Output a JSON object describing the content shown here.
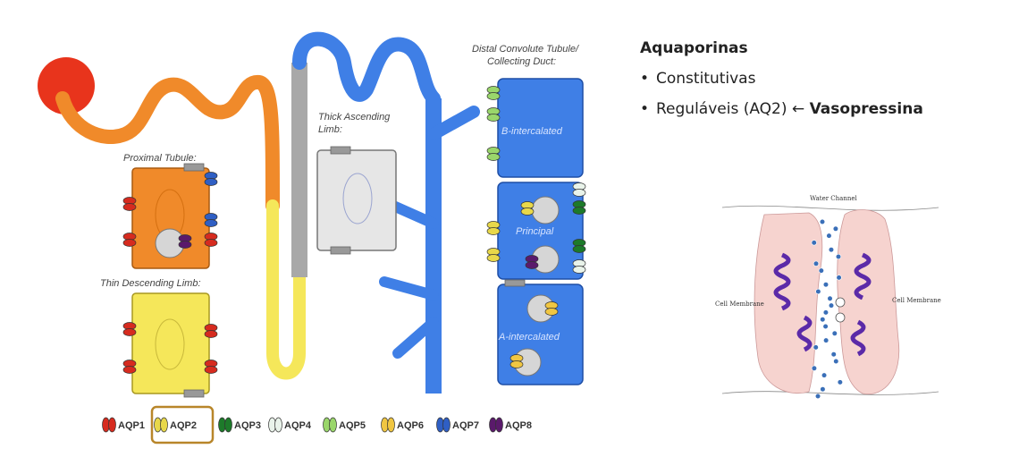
{
  "diagram": {
    "labels": {
      "proximal_tubule": "Proximal Tubule:",
      "thin_descending_limb": "Thin Descending Limb:",
      "thick_ascending_limb_1": "Thick Ascending",
      "thick_ascending_limb_2": "Limb:",
      "distal_title_1": "Distal Convolute Tubule/",
      "distal_title_2": "Collecting Duct:",
      "b_intercalated": "B-intercalated",
      "principal": "Principal",
      "a_intercalated": "A-intercalated"
    },
    "legend": [
      {
        "label": "AQP1",
        "color": "#d62b1f",
        "highlighted": false
      },
      {
        "label": "AQP2",
        "color": "#e8d84a",
        "highlighted": true
      },
      {
        "label": "AQP3",
        "color": "#1d7a2a",
        "highlighted": false
      },
      {
        "label": "AQP4",
        "color": "#e9f3ea",
        "highlighted": false
      },
      {
        "label": "AQP5",
        "color": "#9ad66b",
        "highlighted": false
      },
      {
        "label": "AQP6",
        "color": "#f0c642",
        "highlighted": false
      },
      {
        "label": "AQP7",
        "color": "#2f5fc4",
        "highlighted": false
      },
      {
        "label": "AQP8",
        "color": "#5a1a6b",
        "highlighted": false
      }
    ],
    "colors": {
      "glomerulus": "#e8341c",
      "proximal": "#f08a2a",
      "thin_limb": "#f5e75a",
      "thick_limb": "#a8a8a8",
      "distal": "#3f7fe6",
      "highlight_box": "#b8862a"
    }
  },
  "channel_figure": {
    "title": "Water Channel",
    "left_label": "Cell Membrane",
    "right_label": "Cell Membrane"
  },
  "text_panel": {
    "heading": "Aquaporinas",
    "bullets": [
      {
        "before": "Constitutivas",
        "arrow": "",
        "bold": ""
      },
      {
        "before": "Reguláveis (AQ2)",
        "arrow": "←",
        "bold": "Vasopressina"
      }
    ]
  }
}
